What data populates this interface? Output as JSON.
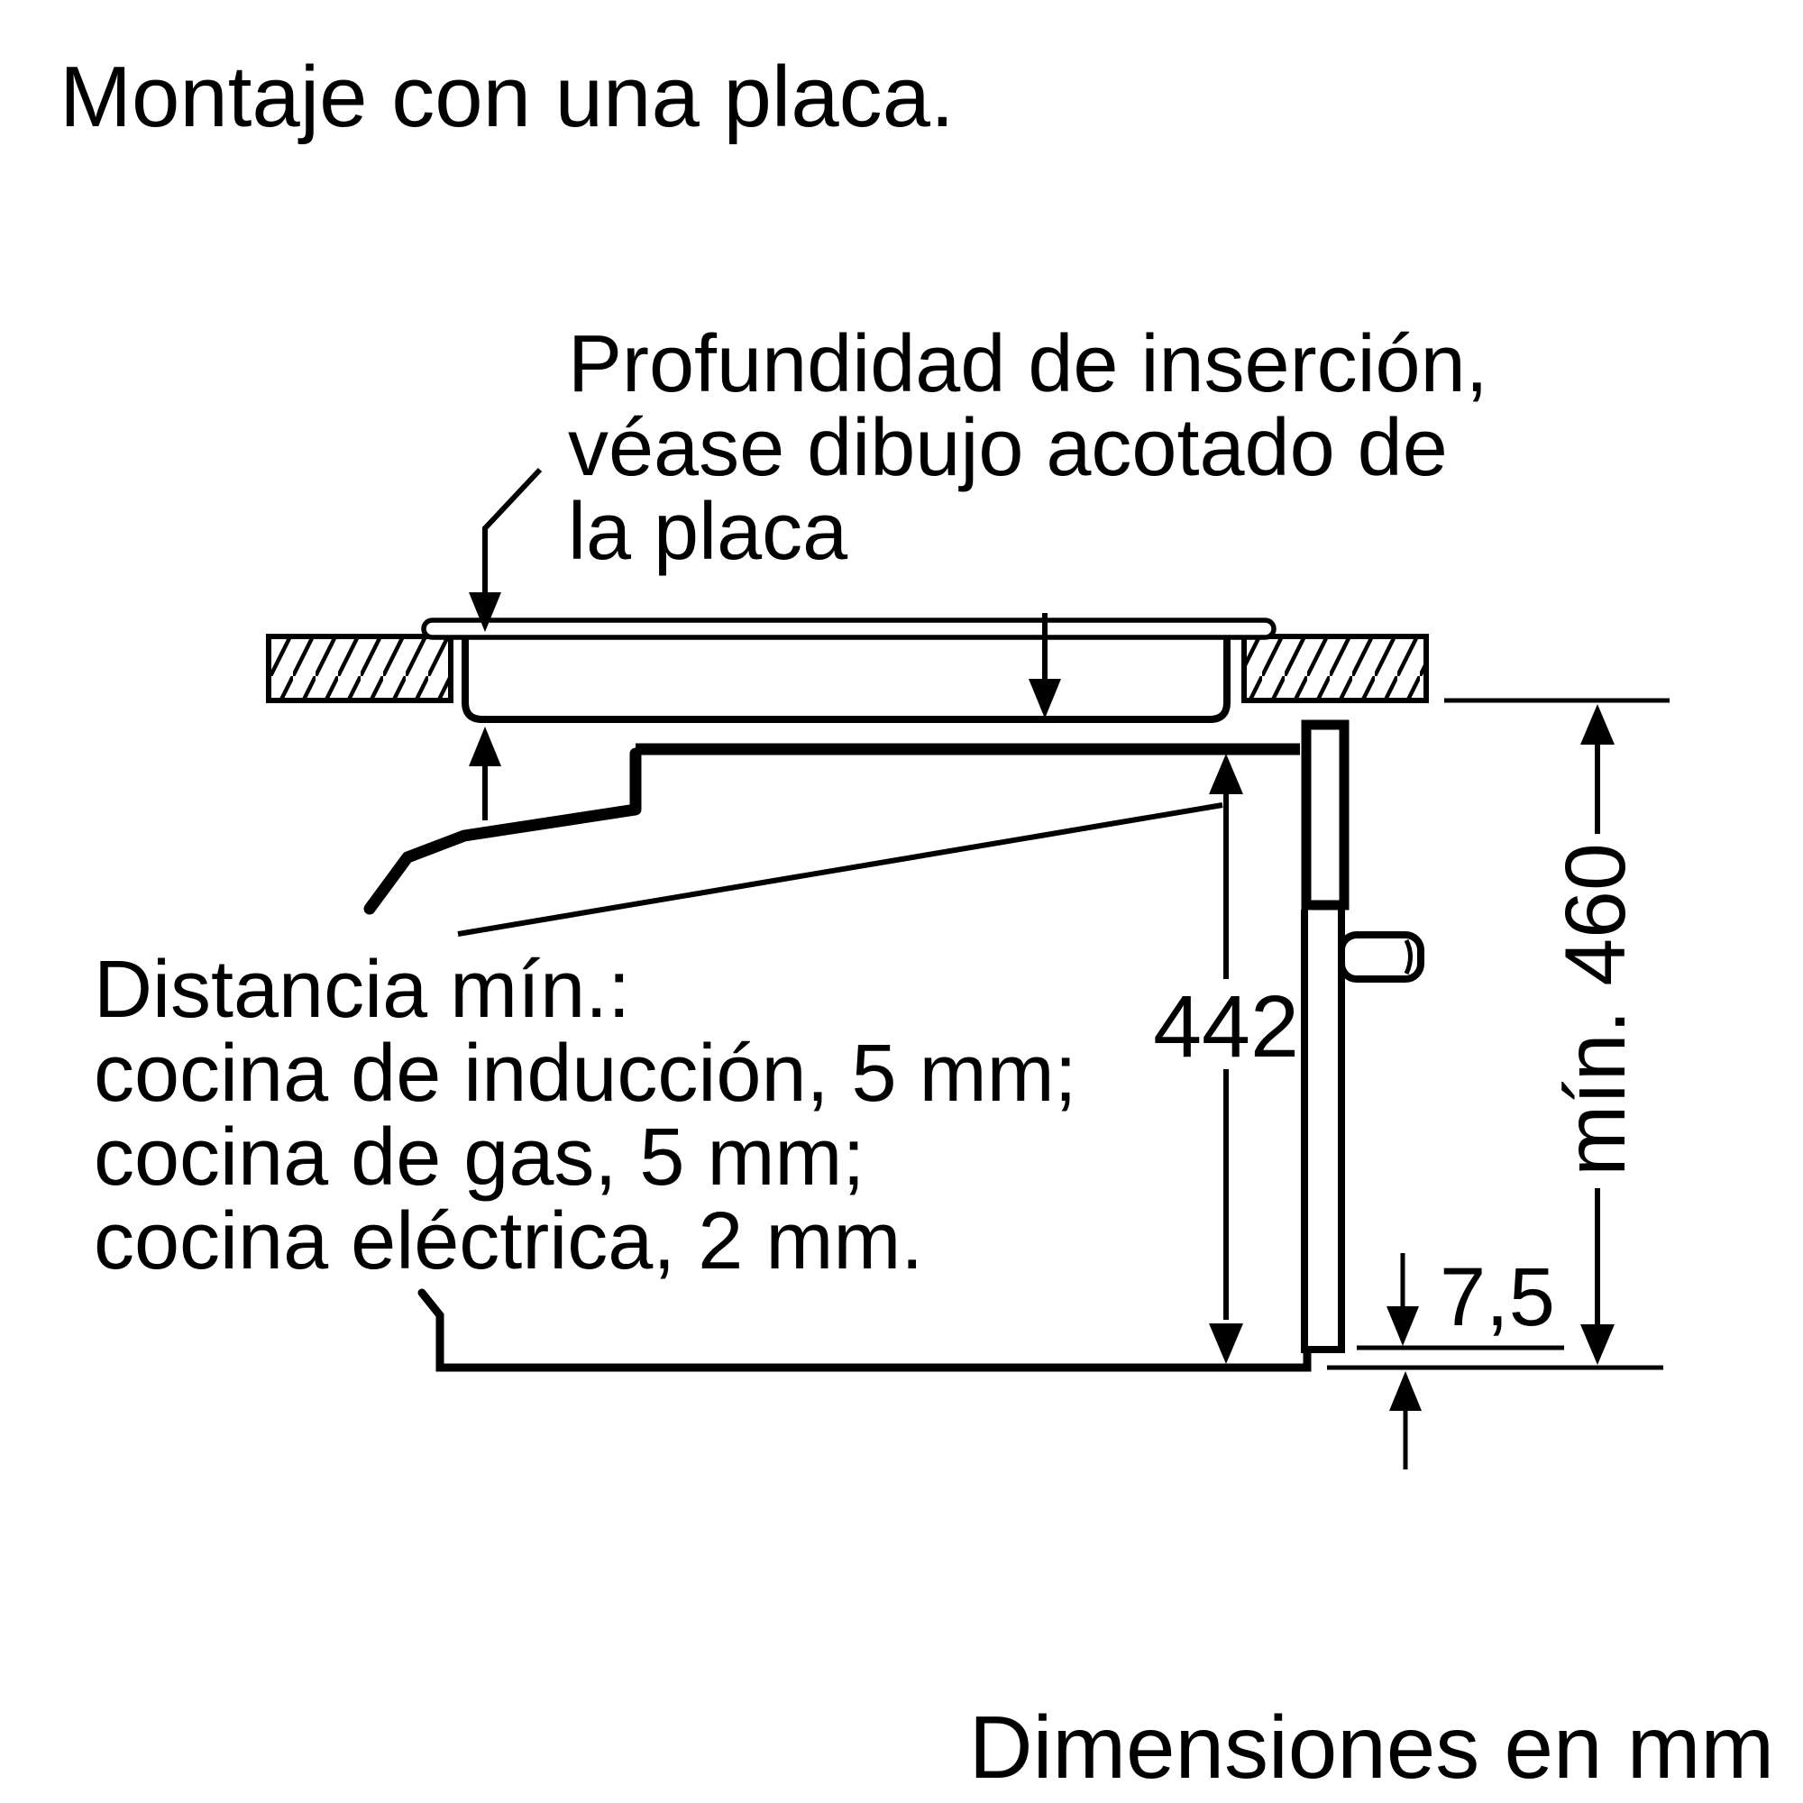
{
  "page": {
    "background": "#ffffff",
    "ink": "#000000"
  },
  "title": "Montaje con una placa.",
  "footer": "Dimensiones en mm",
  "annotations": {
    "insertion_depth": {
      "line1": "Profundidad de inserción,",
      "line2": "véase dibujo acotado de",
      "line3": "la placa"
    },
    "min_distance": {
      "line1": "Distancia mín.:",
      "line2": "cocina de inducción, 5 mm;",
      "line3": "cocina de gas, 5 mm;",
      "line4": "cocina eléctrica, 2 mm."
    }
  },
  "dimensions": {
    "oven_height": "442",
    "niche_height_min": "mín. 460",
    "bottom_front_gap": "7,5"
  }
}
